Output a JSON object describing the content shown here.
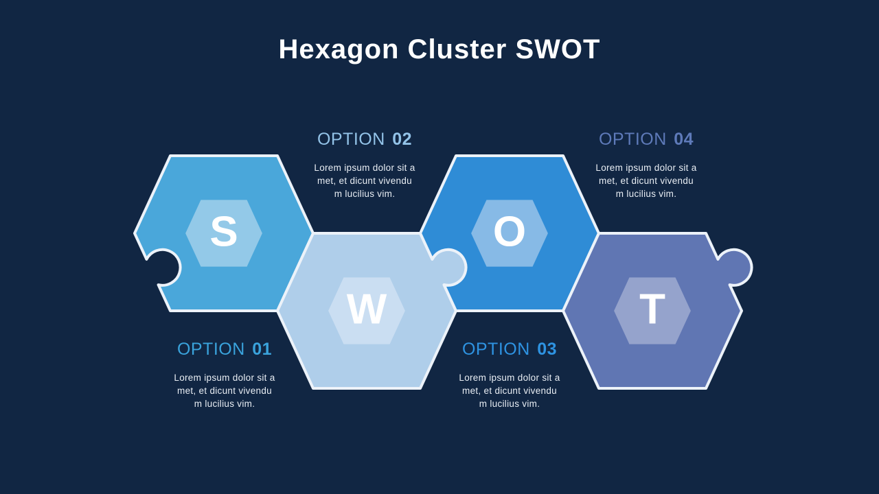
{
  "title": "Hexagon Cluster SWOT",
  "colors": {
    "background": "#112643",
    "hex_stroke": "#ecf2f9",
    "letter_color": "#ffffff"
  },
  "hexagons": [
    {
      "letter": "S",
      "fill": "#4aa7da",
      "inner_fill": "#93c9e8",
      "connector": "notch"
    },
    {
      "letter": "W",
      "fill": "#afceea",
      "inner_fill": "#cadef2",
      "connector": "knob"
    },
    {
      "letter": "O",
      "fill": "#2f8cd6",
      "inner_fill": "#87bae6",
      "connector": "notch"
    },
    {
      "letter": "T",
      "fill": "#6076b3",
      "inner_fill": "#95a3cc",
      "connector": "knob"
    }
  ],
  "options": [
    {
      "prefix": "OPTION",
      "number": "01",
      "color": "#3aa3dc",
      "lines": [
        "Lorem ipsum dolor sit a",
        "met, et dicunt vivendu",
        "m lucilius vim."
      ]
    },
    {
      "prefix": "OPTION",
      "number": "02",
      "color": "#93c3e8",
      "lines": [
        "Lorem ipsum dolor sit a",
        "met, et dicunt vivendu",
        "m lucilius vim."
      ]
    },
    {
      "prefix": "OPTION",
      "number": "03",
      "color": "#2e93e2",
      "lines": [
        "Lorem ipsum dolor sit a",
        "met, et dicunt vivendu",
        "m lucilius vim."
      ]
    },
    {
      "prefix": "OPTION",
      "number": "04",
      "color": "#5e7ab9",
      "lines": [
        "Lorem ipsum dolor sit a",
        "met, et dicunt vivendu",
        "m lucilius vim."
      ]
    }
  ]
}
